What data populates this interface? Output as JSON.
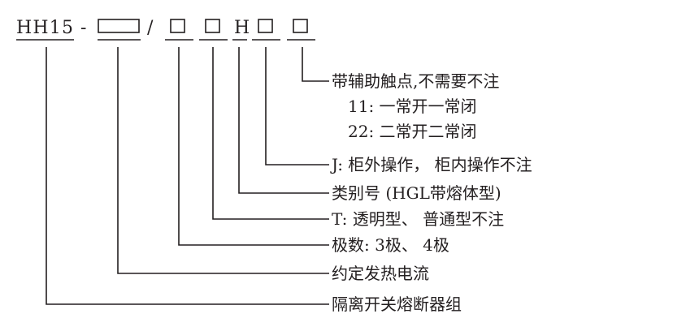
{
  "code": {
    "prefix": "HH15",
    "dash": "-",
    "slash": "/",
    "letter": "H"
  },
  "labels": [
    "带辅助触点,不需要不注",
    "11: 一常开一常闭",
    "22: 二常开二常闭",
    "J: 柜外操作， 柜内操作不注",
    "类别号 (HGL带熔体型)",
    "T: 透明型、 普通型不注",
    "极数:  3极、 4极",
    "约定发热电流",
    "隔离开关熔断器组"
  ]
}
